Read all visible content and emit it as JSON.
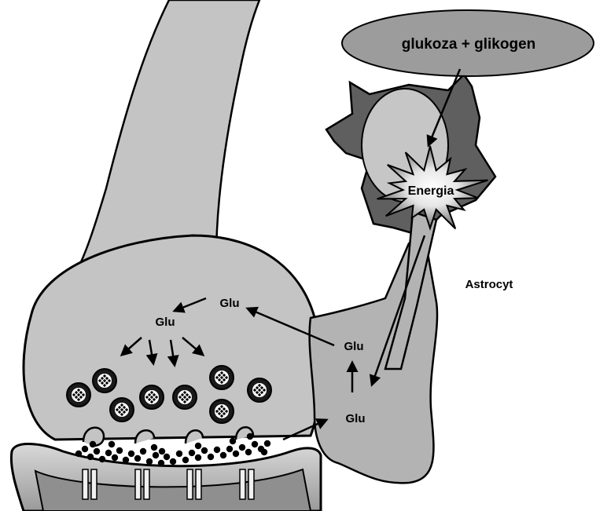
{
  "labels": {
    "glucose_glycogen": "glukoza + glikogen",
    "energy": "Energia",
    "astrocyte": "Astrocyt",
    "glu_terminal_top": "Glu",
    "glu_terminal_left": "Glu",
    "glu_astro_upper": "Glu",
    "glu_astro_lower": "Glu"
  },
  "colors": {
    "neuron_fill": "#c4c4c4",
    "astrocyte_fill": "#b3b3b3",
    "astrocyte_body_dark": "#5f5f5f",
    "nucleus_fill": "#c6c6c6",
    "ellipse_fill": "#9c9c9c",
    "outline": "#000000",
    "starburst_center": "#ffffff",
    "starburst_edge": "#6f6f6f"
  },
  "icons": [
    "synaptic-vesicle-icon",
    "glutamate-molecule-icon",
    "ion-channel-icon",
    "energy-starburst-icon"
  ]
}
